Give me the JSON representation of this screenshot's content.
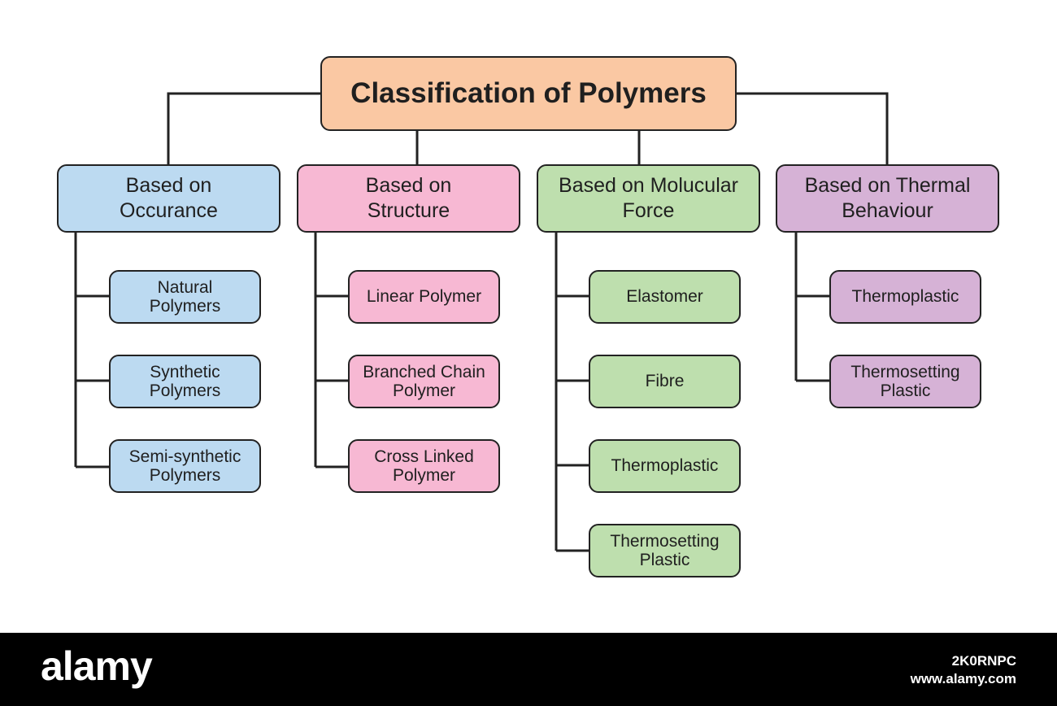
{
  "diagram": {
    "title": "Classification of Polymers",
    "categories": [
      {
        "label": "Based on\nOccurance",
        "color": "#bcdaf1",
        "items": [
          "Natural\nPolymers",
          "Synthetic\nPolymers",
          "Semi-synthetic\nPolymers"
        ]
      },
      {
        "label": "Based on\nStructure",
        "color": "#f7b8d3",
        "items": [
          "Linear Polymer",
          "Branched Chain\nPolymer",
          "Cross Linked\nPolymer"
        ]
      },
      {
        "label": "Based on Molucular\nForce",
        "color": "#bedfae",
        "items": [
          "Elastomer",
          "Fibre",
          "Thermoplastic",
          "Thermosetting\nPlastic"
        ]
      },
      {
        "label": "Based on Thermal\nBehaviour",
        "color": "#d6b2d6",
        "items": [
          "Thermoplastic",
          "Thermosetting\nPlastic"
        ]
      }
    ],
    "title_color": "#fac8a3"
  },
  "footer": {
    "logo": "alamy",
    "image_id": "2K0RNPC",
    "site": "www.alamy.com"
  }
}
